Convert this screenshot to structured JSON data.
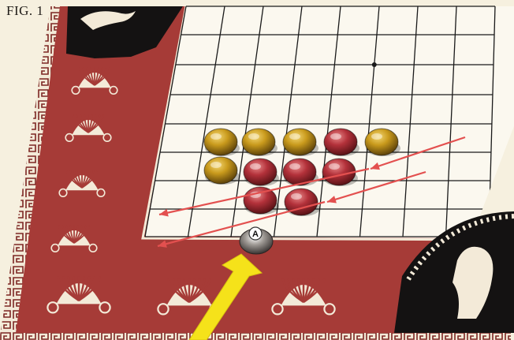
{
  "figure": {
    "label": "FIG. 1"
  },
  "board": {
    "colors": {
      "background": "#f6f0df",
      "frame": "#a63b37",
      "frame_dark": "#7c2623",
      "ornament": "#f3ead8",
      "black": "#141212",
      "grid_surface": "#fbf8ef",
      "grid_line": "#1a1a1a"
    },
    "star_point": "hoshi-dot"
  },
  "stones": {
    "colors": {
      "amber": "#b98a12",
      "red": "#b03238",
      "clear": "#8e8a85"
    },
    "rows": [
      [
        "amber",
        "amber",
        "amber",
        "red",
        "amber"
      ],
      [
        "amber",
        "red",
        "red",
        "red"
      ],
      [
        "red",
        "red"
      ]
    ],
    "marker_stone": {
      "label": "A",
      "color": "clear"
    }
  },
  "annotations": {
    "arrow_color": "#e3504f",
    "pointer_color": "#f5e21a",
    "red_arrows": 4,
    "pointer_target": "marker-stone-a"
  }
}
